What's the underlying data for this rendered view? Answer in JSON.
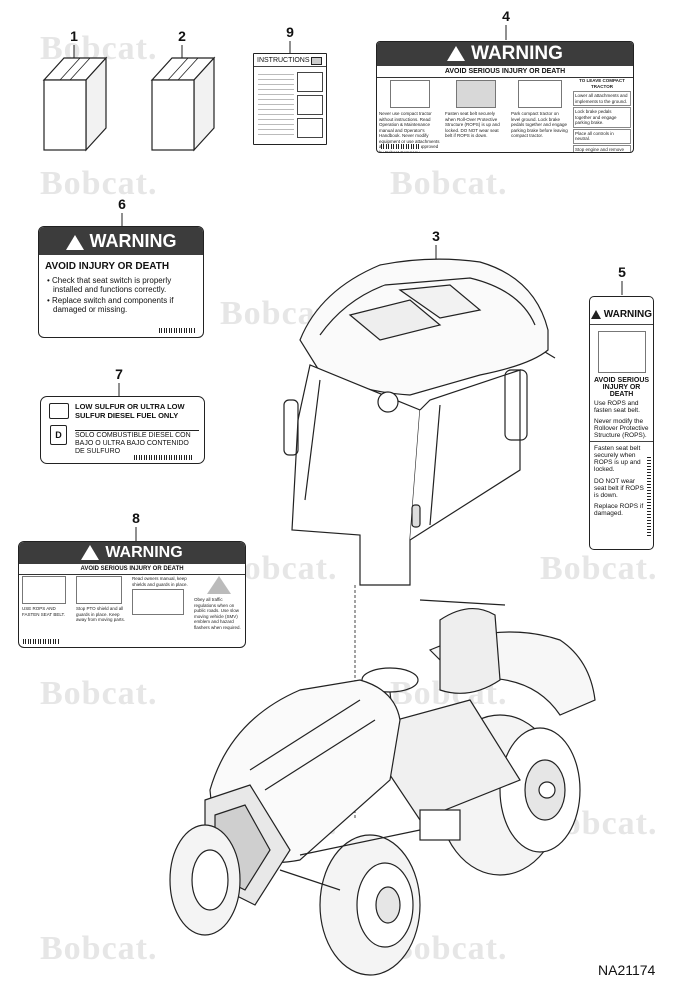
{
  "watermark": "Bobcat.",
  "callouts": [
    "1",
    "2",
    "9",
    "4",
    "6",
    "3",
    "5",
    "7",
    "8"
  ],
  "figure_id": "NA21174",
  "decal4": {
    "title": "WARNING",
    "subtitle": "AVOID SERIOUS INJURY OR DEATH",
    "col1": "Never use compact tractor without instructions. Read Operation & Maintenance manual and Operator's Handbook. Never modify equipment or use attachments and implements not approved by Bobcat Company.",
    "col2": "Fasten seat belt securely when Roll-Over Protective Structure (ROPS) is up and locked. DO NOT wear seat belt if ROPS is down.",
    "col3": "Park compact tractor on level ground. Lock brake pedals together and engage parking brake before leaving compact tractor.",
    "col4_title": "TO LEAVE COMPACT TRACTOR",
    "col4_items": [
      "Lower all attachments and implements to the ground.",
      "Lock brake pedals together and engage parking brake.",
      "Place all controls in neutral.",
      "Stop engine and remove key."
    ]
  },
  "decal6": {
    "title": "WARNING",
    "subtitle": "AVOID INJURY OR DEATH",
    "bullets": [
      "Check that seat switch is properly installed and functions correctly.",
      "Replace switch and components if damaged or missing."
    ]
  },
  "decal5": {
    "title": "WARNING",
    "subtitle": "AVOID SERIOUS INJURY OR DEATH",
    "text1": "Use ROPS and fasten seat belt.",
    "text2": "Never modify the Rollover Protective Structure (ROPS).",
    "text3": "Fasten seat belt securely when ROPS is up and locked.",
    "text4": "DO NOT wear seat belt if ROPS is down.",
    "text5": "Replace ROPS if damaged."
  },
  "decal7": {
    "en": "LOW SULFUR OR ULTRA LOW SULFUR DIESEL FUEL ONLY",
    "es": "SOLO COMBUSTIBLE DIESEL CON BAJO O ULTRA BAJO CONTENIDO DE SULFURO"
  },
  "decal8": {
    "title": "WARNING",
    "subtitle": "AVOID SERIOUS INJURY OR DEATH",
    "p1": "USE ROPS AND FASTEN SEAT BELT.",
    "p2": "Stop PTO shield and all guards in place. Keep away from moving parts.",
    "p3": "Read owners manual, keep shields and guards in place.",
    "p4": "Obey all traffic regulations when on public roads. Use slow moving vehicle (SMV) emblem and hazard flashers when required."
  },
  "decal9": {
    "title": "INSTRUCTIONS"
  }
}
